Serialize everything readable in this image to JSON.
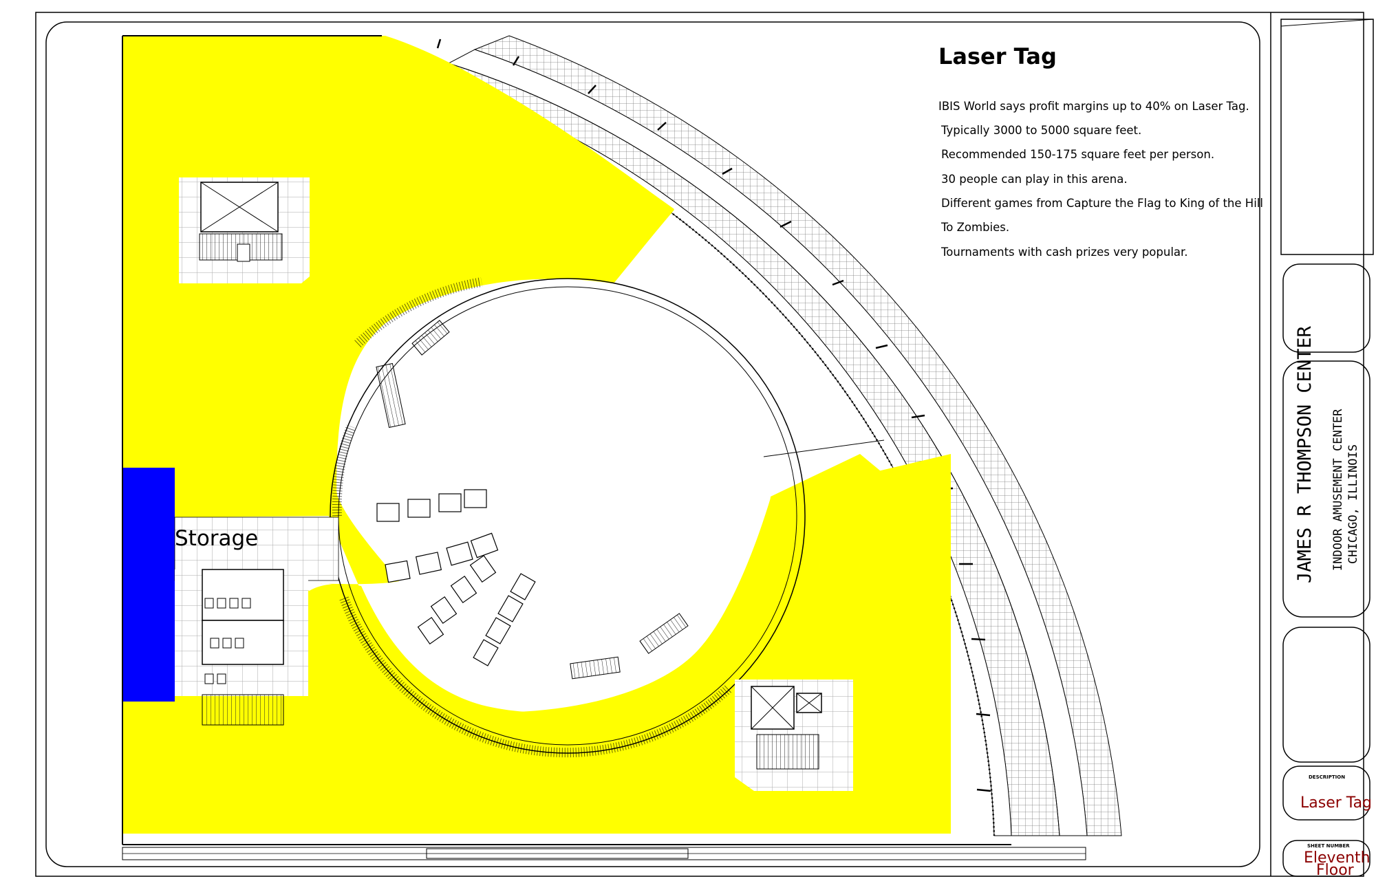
{
  "title": "Laser Tag",
  "notes": [
    "IBIS World says profit margins up to 40% on Laser Tag.",
    "Typically 3000 to 5000 square feet.",
    "Recommended 150-175 square feet per person.",
    "30 people can play in this arena.",
    "Different games from Capture the Flag to King of the Hill",
    "To Zombies.",
    "Tournaments with cash prizes very popular."
  ],
  "room_labels": {
    "storage": "Storage"
  },
  "title_block": {
    "project_name": "JAMES R THOMPSON CENTER",
    "project_subtitle": "INDOOR AMUSEMENT CENTER",
    "project_location": "CHICAGO, ILLINOIS",
    "description_heading": "DESCRIPTION",
    "description_value": "Laser Tag",
    "sheet_number_heading": "SHEET NUMBER",
    "sheet_number_line1": "Eleventh",
    "sheet_number_line2": "Floor"
  },
  "colors": {
    "arena_fill": "#ffff00",
    "storage_fill": "#0000ff",
    "annotation_red": "#8b0000",
    "linework": "#000000"
  }
}
